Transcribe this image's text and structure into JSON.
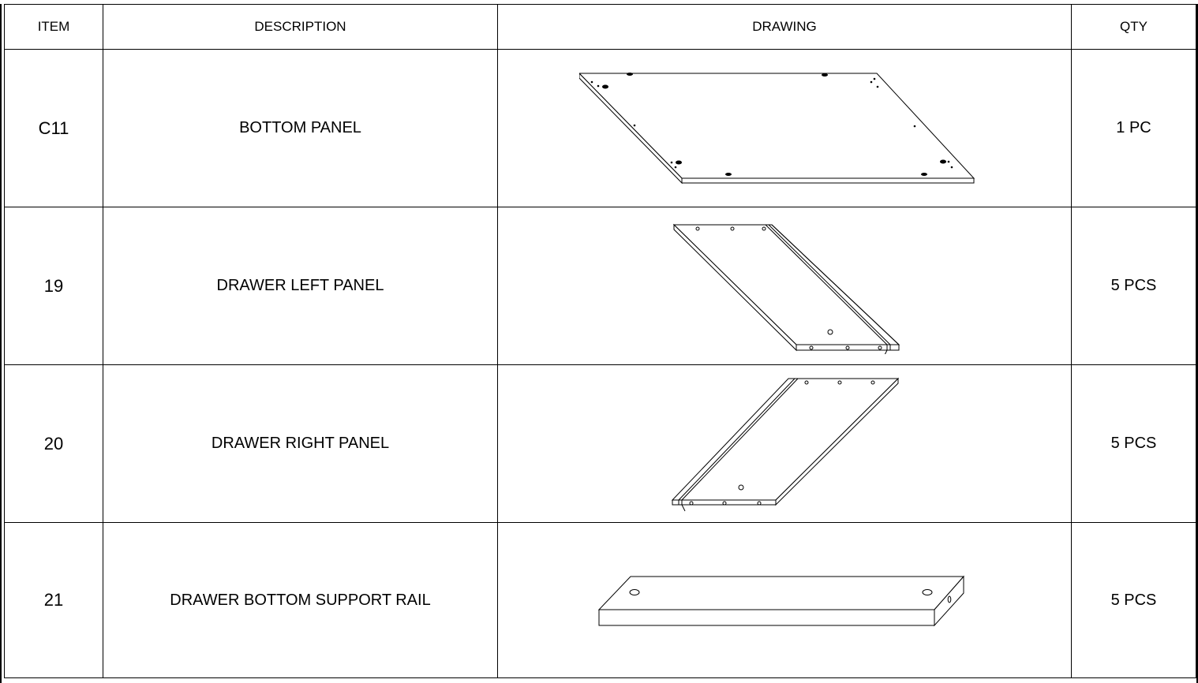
{
  "table": {
    "headers": {
      "item": "ITEM",
      "description": "DESCRIPTION",
      "drawing": "DRAWING",
      "qty": "QTY"
    },
    "rows": [
      {
        "item": "C11",
        "description": "BOTTOM PANEL",
        "qty": "1 PC",
        "drawing_icon": "bottom-panel-drawing-icon"
      },
      {
        "item": "19",
        "description": "DRAWER LEFT PANEL",
        "qty": "5 PCS",
        "drawing_icon": "drawer-left-panel-drawing-icon"
      },
      {
        "item": "20",
        "description": "DRAWER RIGHT PANEL",
        "qty": "5 PCS",
        "drawing_icon": "drawer-right-panel-drawing-icon"
      },
      {
        "item": "21",
        "description": "DRAWER BOTTOM SUPPORT RAIL",
        "qty": "5 PCS",
        "drawing_icon": "drawer-bottom-support-rail-drawing-icon"
      }
    ]
  },
  "colors": {
    "line": "#000000",
    "background": "#ffffff"
  }
}
